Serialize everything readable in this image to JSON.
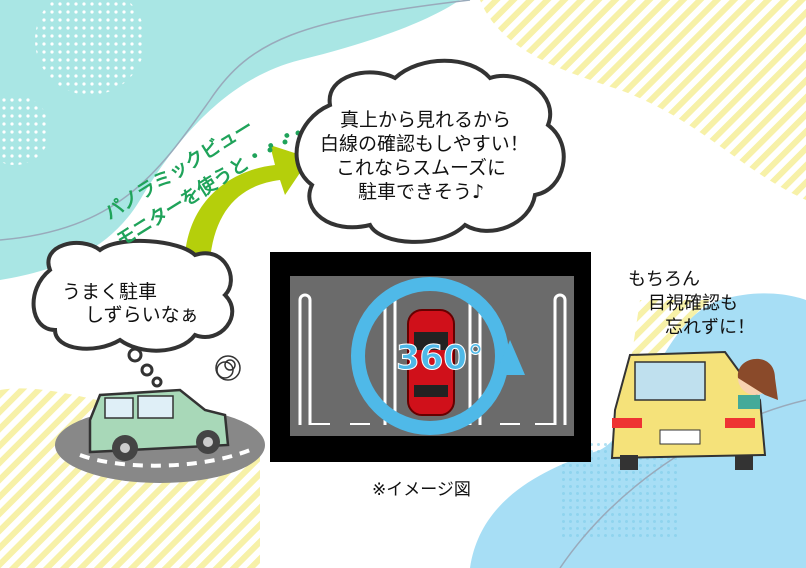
{
  "left_thought": {
    "line1": "うまく駐車",
    "line2": "しずらいなぁ"
  },
  "transition_text": {
    "line1": "パノラミックビュー",
    "line2": "モニターを使うと・・・"
  },
  "center_thought": {
    "line1": "真上から見れるから",
    "line2": "白線の確認もしやすい！",
    "line3": "これならスムーズに",
    "line4": "駐車できそう♪"
  },
  "monitor": {
    "badge": "360°"
  },
  "right_note": {
    "line1": "もちろん",
    "line2": "目視確認も",
    "line3": "忘れずに！"
  },
  "caption": "※イメージ図",
  "colors": {
    "teal_bg": "#a9e6e4",
    "blue_bg": "#a7def5",
    "yellow_stripe": "#f6f0a6",
    "arrow": "#b5cf0b",
    "ring": "#4fb9e8",
    "green_text": "#1fa35a"
  }
}
